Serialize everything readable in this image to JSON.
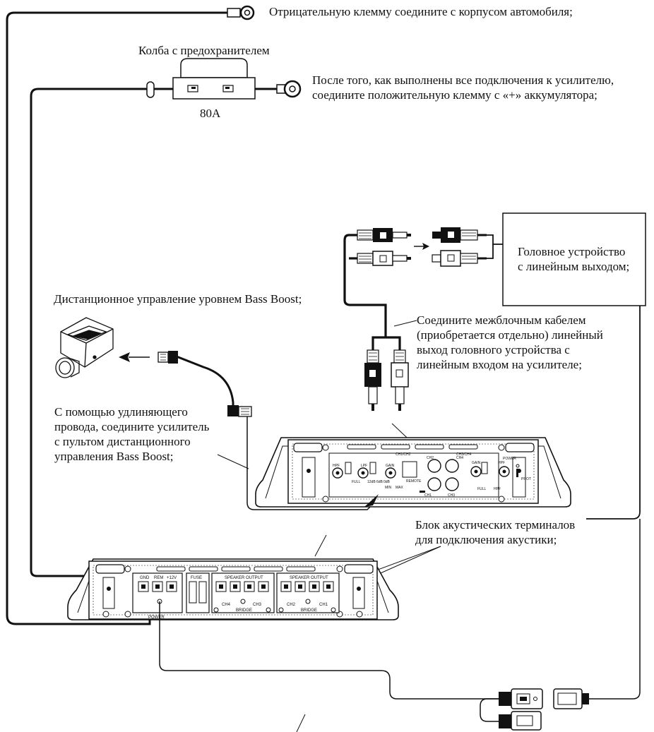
{
  "labels": {
    "negative_terminal": "Отрицательную клемму соедините с корпусом автомобиля;",
    "fuse_holder_title": "Колба с предохранителем",
    "fuse_rating": "80А",
    "positive_terminal": [
      "После того, как выполнены все подключения к усилителю,",
      "соедините положительную клемму с «+» аккумулятора;"
    ],
    "head_unit": [
      "Головное устройство",
      "с линейным выходом;"
    ],
    "bass_remote": "Дистанционное управление уровнем Bass Boost;",
    "interconnect": [
      "Соедините межблочным кабелем",
      "(приобретается отдельно) линейный",
      "выход головного устройства с",
      "линейным входом на усилителе;"
    ],
    "extension_cable": [
      "С помощью удлиняющего",
      "провода, соедините усилитель",
      "с пультом дистанционного",
      "управления Bass Boost;"
    ],
    "speaker_terminals": [
      "Блок акустических терминалов",
      "для подключения акустики;"
    ]
  },
  "amp_top": {
    "ch12": "CH1/CH2",
    "ch34": "CH3/CH4",
    "hpf": "HPF",
    "lpf": "LPF",
    "gain": "GAIN",
    "remote": "REMOTE",
    "power": "POWER",
    "prot": "PROT",
    "full": "FULL",
    "db12": "12dB",
    "db6": "6dB",
    "db0": "0dB",
    "min": "MIN",
    "max": "MAX",
    "ch1": "CH1",
    "ch2": "CH2",
    "ch3": "CH3",
    "ch4": "CH4"
  },
  "amp_bottom": {
    "gnd": "GND",
    "rem": "REM",
    "v12": "+12V",
    "fuse": "FUSE",
    "power": "POWER",
    "speaker_output": "SPEAKER OUTPUT",
    "bridge": "BRIDGE",
    "ch4": "CH4",
    "ch3": "CH3",
    "ch2": "CH2",
    "ch1": "CH1"
  }
}
